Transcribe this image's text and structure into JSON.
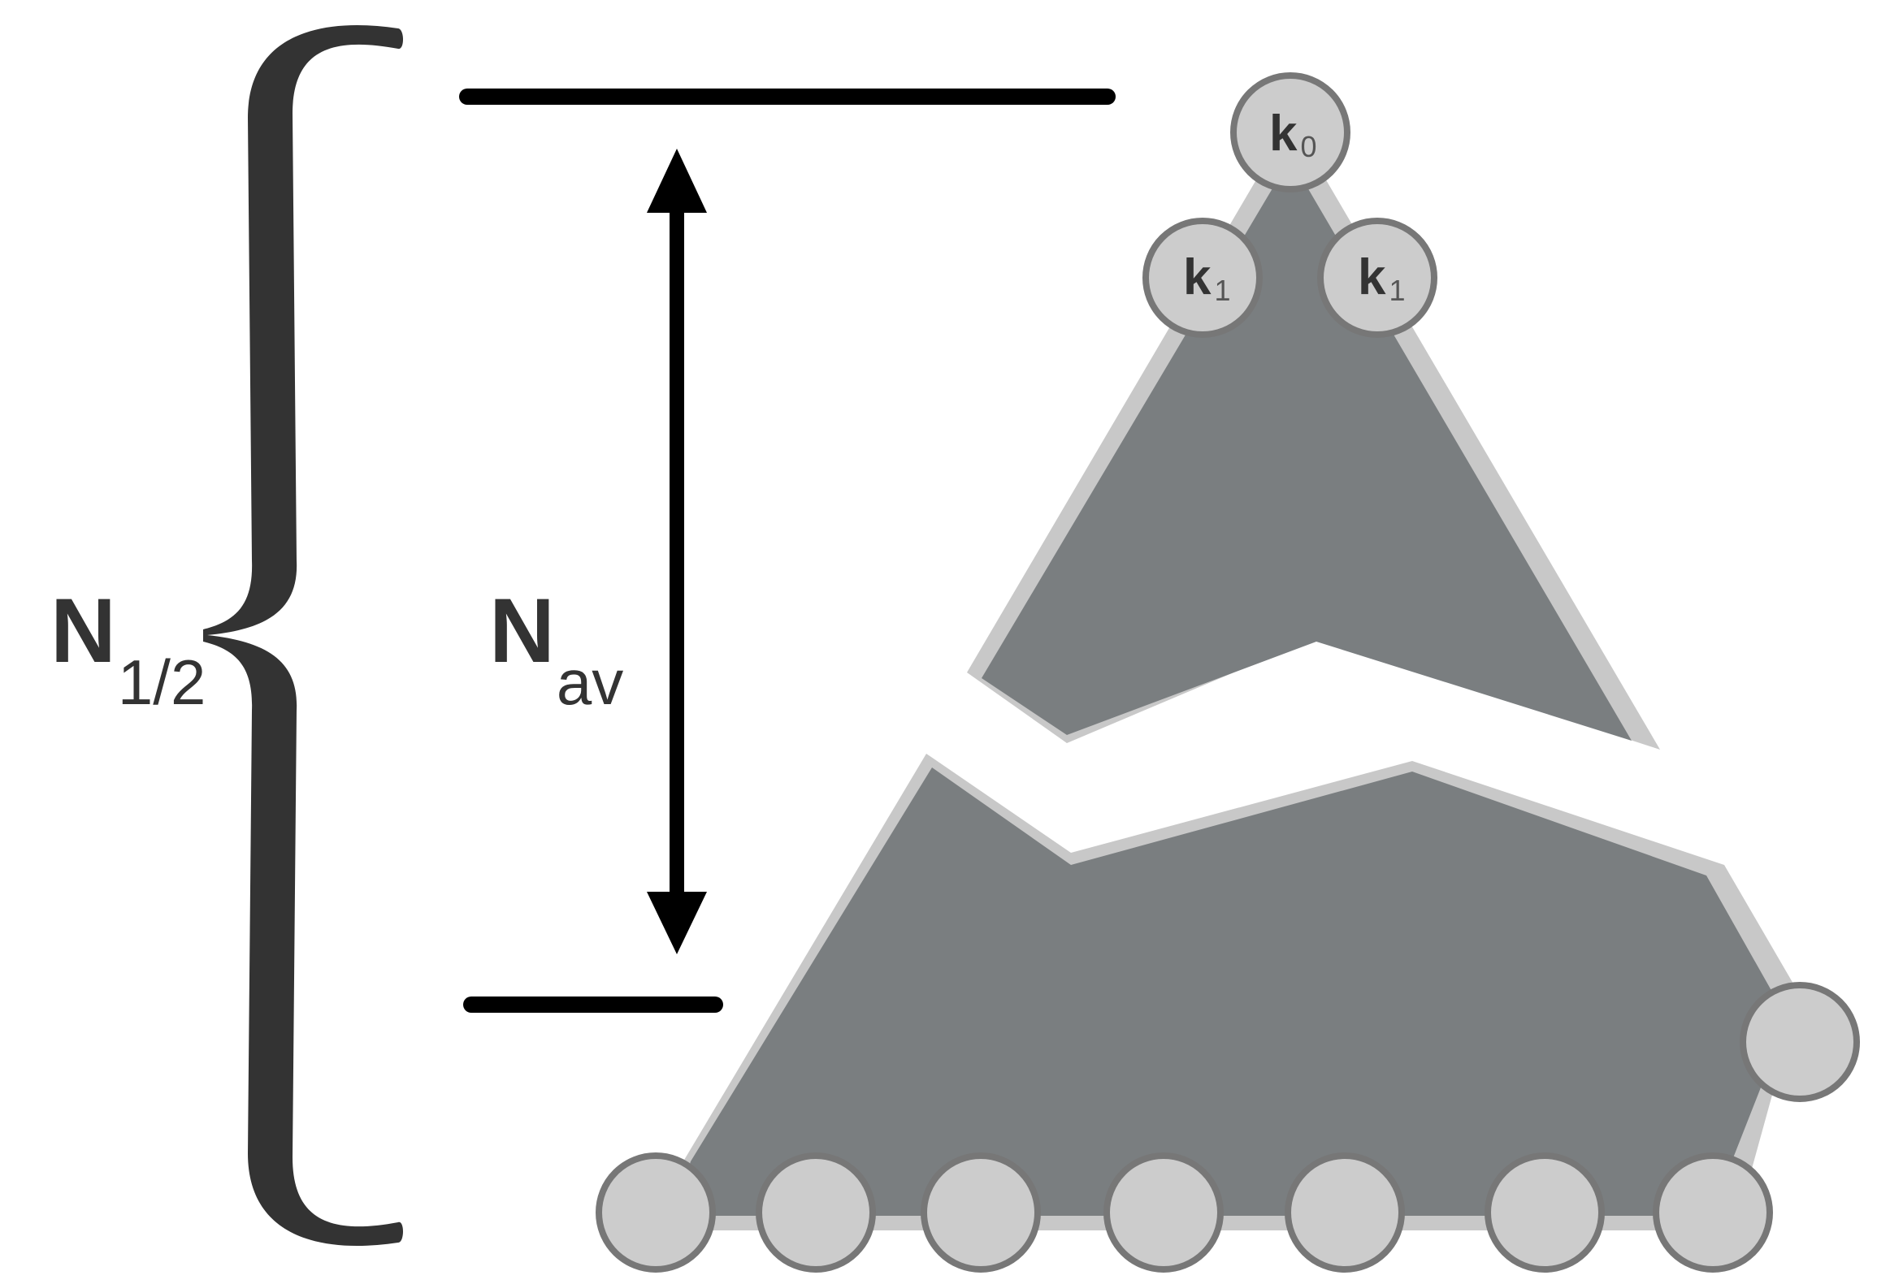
{
  "labels": {
    "n_half": {
      "main": "N",
      "sub": "1/2"
    },
    "n_av": {
      "main": "N",
      "sub": "av"
    }
  },
  "nodes": {
    "k0": {
      "main": "k",
      "sub": "0"
    },
    "k1_left": {
      "main": "k",
      "sub": "1"
    },
    "k1_right": {
      "main": "k",
      "sub": "1"
    }
  },
  "colors": {
    "brace": "#333333",
    "lines": "#000000",
    "fragment_fill": "#7a7e80",
    "fragment_edge": "#c8c8c8",
    "node_fill": "#cccccc",
    "node_stroke": "#777777"
  }
}
